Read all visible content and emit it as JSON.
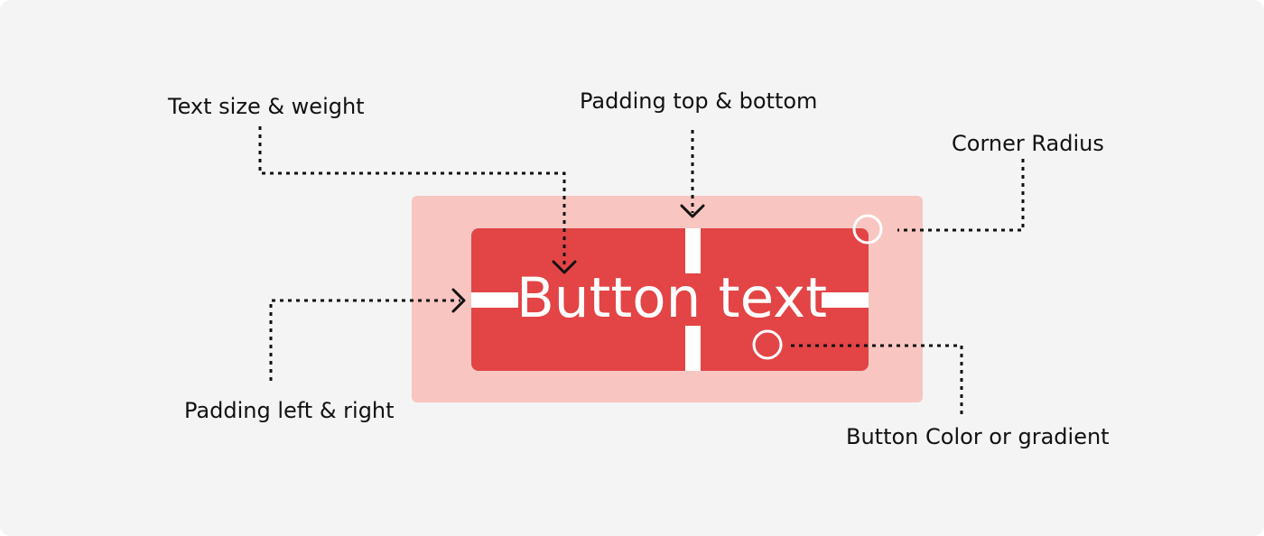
{
  "button": {
    "text": "Button text"
  },
  "annotations": {
    "text_size_weight": "Text size & weight",
    "padding_top_bottom": "Padding top & bottom",
    "corner_radius": "Corner Radius",
    "padding_left_right": "Padding left & right",
    "button_color": "Button Color or gradient"
  },
  "colors": {
    "background": "#f4f4f4",
    "padding_area": "#f8c5c0",
    "button_fill": "#e34445",
    "button_text": "#ffffff",
    "leader_lines": "#111111"
  }
}
